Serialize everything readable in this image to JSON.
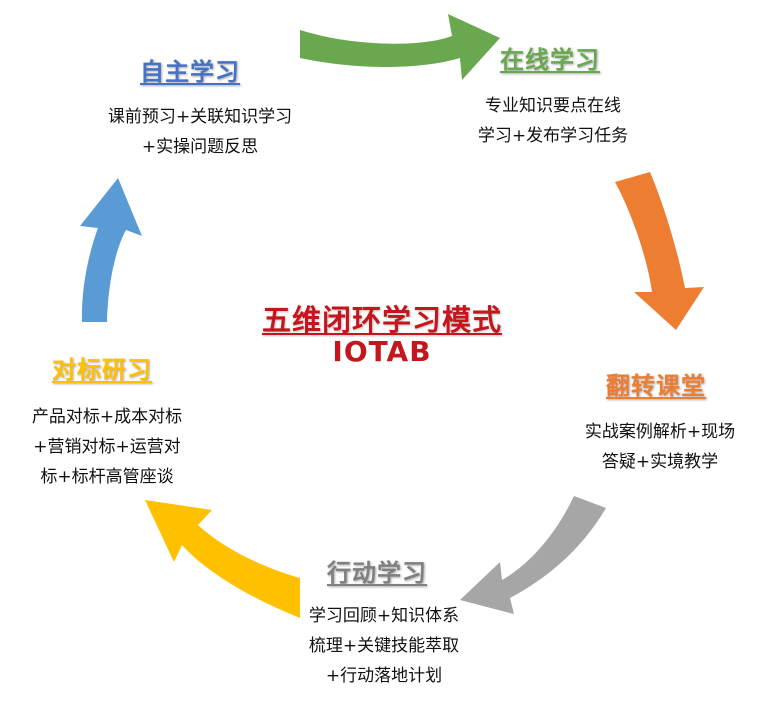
{
  "center": {
    "title": "五维闭环学习模式",
    "subtitle": "IOTAB"
  },
  "stages": [
    {
      "key": "online",
      "title": "在线学习",
      "lines": [
        "专业知识要点在线",
        "学习+发布学习任务"
      ],
      "color": "#6aa84f",
      "arrow_color": "#6aa84f"
    },
    {
      "key": "flip",
      "title": "翻转课堂",
      "lines": [
        "实战案例解析+现场",
        "答疑+实境教学"
      ],
      "color": "#ed7d31",
      "arrow_color": "#ed7d31"
    },
    {
      "key": "action",
      "title": "行动学习",
      "lines": [
        "学习回顾+知识体系",
        "梳理+关键技能萃取",
        "+行动落地计划"
      ],
      "color": "#808080",
      "arrow_color": "#a6a6a6"
    },
    {
      "key": "benchmark",
      "title": "对标研习",
      "lines": [
        "产品对标+成本对标",
        "+营销对标+运营对",
        "标+标杆高管座谈"
      ],
      "color": "#ffc000",
      "arrow_color": "#ffc000"
    },
    {
      "key": "self",
      "title": "自主学习",
      "lines": [
        "课前预习+关联知识学习",
        "+实操问题反思"
      ],
      "color": "#4472c4",
      "arrow_color": "#5b9bd5"
    }
  ]
}
